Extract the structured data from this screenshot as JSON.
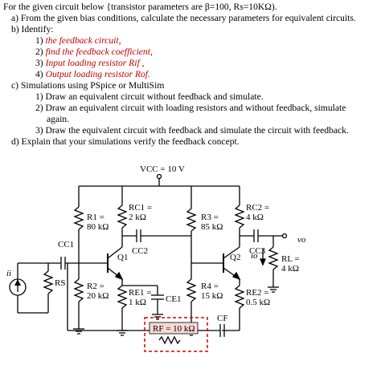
{
  "problem": {
    "intro": "For the given circuit below {transistor parameters are β=100, Rs=10KΩ).",
    "a": "a) From the given bias conditions, calculate the necessary parameters for equivalent circuits.",
    "b": "b) Identify:",
    "b1_num": "1)",
    "b1": "the feedback circuit,",
    "b2_num": "2)",
    "b2": "find the feedback coefficient,",
    "b3_num": "3)",
    "b3": "Input loading resistor Rif ,",
    "b4_num": "4)",
    "b4": "Output loading resistor Rof.",
    "c": "c) Simulations using PSpice or MultiSim",
    "c1": "1) Draw an equivalent circuit without feedback and simulate.",
    "c2": "2) Draw an equivalent circuit with loading resistors and without feedback, simulate",
    "c2b": "again.",
    "c3": "3) Draw the equivalent circuit with feedback and simulate the circuit with feedback.",
    "d": "d) Explain that your simulations verify the feedback concept."
  },
  "circuit": {
    "vcc": "VCC = 10 V",
    "r1": "R1 =",
    "r1_val": "80 kΩ",
    "rc1": "RC1 =",
    "rc1_val": "2 kΩ",
    "r3": "R3 =",
    "r3_val": "85 kΩ",
    "rc2": "RC2 =",
    "rc2_val": "4 kΩ",
    "cc1": "CC1",
    "cc2": "CC2",
    "cc3": "CC3",
    "q1": "Q1",
    "q2": "Q2",
    "vo": "vo",
    "io": "io",
    "rl": "RL =",
    "rl_val": "4 kΩ",
    "ii": "ii",
    "rs": "RS",
    "r2": "R2 =",
    "r2_val": "20 kΩ",
    "re1": "RE1 =",
    "re1_val": "1 kΩ",
    "ce1": "CE1",
    "r4": "R4 =",
    "r4_val": "15 kΩ",
    "re2": "RE2 =",
    "re2_val": "0.5 kΩ",
    "rf": "RF = 10 kΩ",
    "cf": "CF"
  },
  "colors": {
    "accent_red": "#c00000",
    "dashed_box": "#d00000",
    "rf_fill": "#f8d9d3"
  }
}
